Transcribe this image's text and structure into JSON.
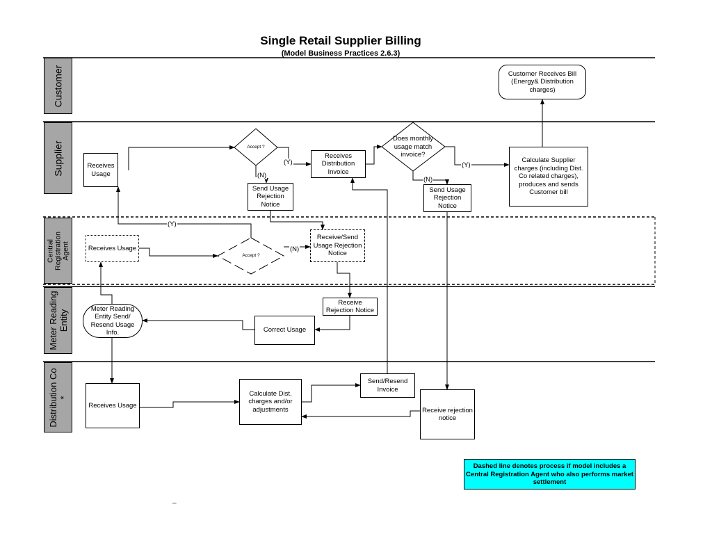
{
  "title": "Single Retail Supplier Billing",
  "subtitle": "(Model Business Practices 2.6.3)",
  "lanes": {
    "customer": "Customer",
    "supplier": "Supplier",
    "central_registration_agent": "Central Registration Agent",
    "meter_reading_entity": "Meter Reading Entity",
    "distribution_co": "Distribution Co *"
  },
  "nodes": {
    "customer_receives_bill": "Customer Receives Bill (Energy& Distribution charges)",
    "supplier_receives_usage": "Receives Usage",
    "supplier_accept": "Accept ?",
    "send_usage_rejection_notice_1": "Send Usage Rejection Notice",
    "receives_distribution_invoice": "Receives Distribution Invoice",
    "monthly_usage_match": "Does monthly usage match invoice?",
    "send_usage_rejection_notice_2": "Send Usage Rejection Notice",
    "calculate_supplier_charges": "Calculate Supplier charges (including Dist. Co related charges), produces and sends Customer bill",
    "cra_receives_usage": "Receives Usage",
    "cra_accept": "Accept ?",
    "receive_send_usage_rejection_notice": "Receive/Send Usage Rejection Notice",
    "receive_rejection_notice_mre": "Receive Rejection Notice",
    "meter_reading_entity_send": "Meter Reading Entity Send/ Resend Usage Info.",
    "correct_usage": "Correct Usage",
    "dist_receives_usage": "Receives Usage",
    "calculate_dist_charges": "Calculate Dist. charges and/or adjustments",
    "send_resend_invoice": "Send/Resend Invoice",
    "receive_rejection_notice_dist": "Receive rejection notice"
  },
  "edge_labels": {
    "yes": "(Y)",
    "no": "(N)"
  },
  "note": "Dashed line denotes process if model includes a Central Registration Agent who also performs market settlement",
  "stray_mark": "_"
}
